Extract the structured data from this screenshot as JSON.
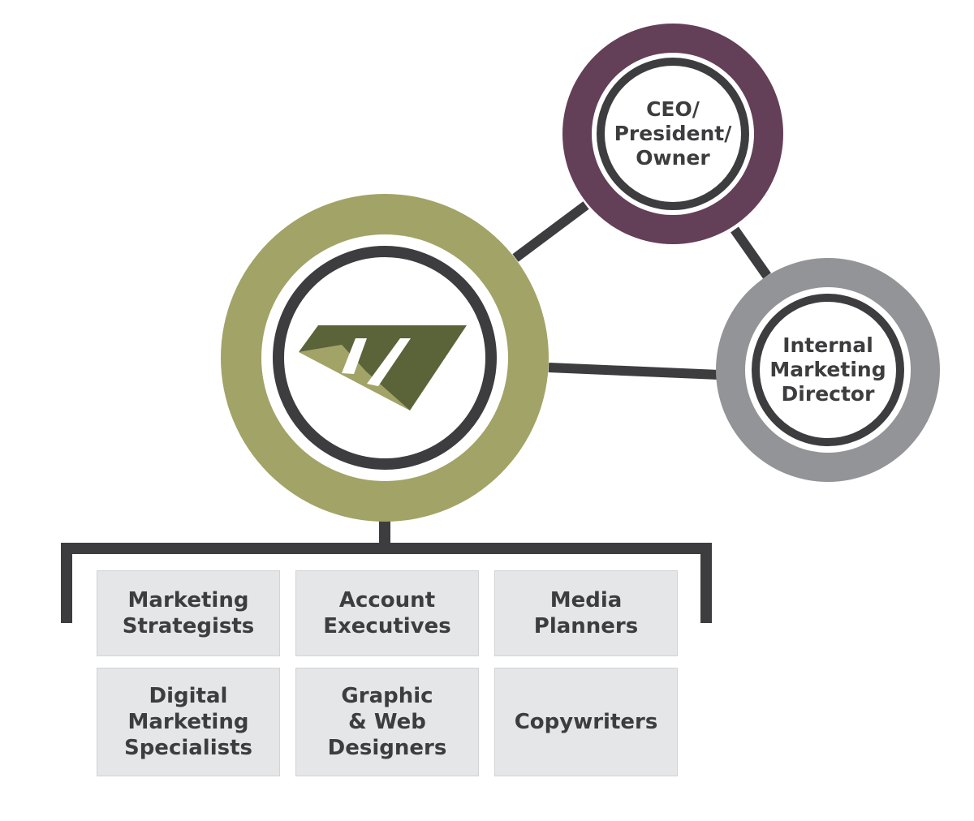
{
  "colors": {
    "line": "#3d3d3f",
    "agency_ring": "#a2a366",
    "agency_logo_dark": "#5b6339",
    "agency_logo_light": "#a2a366",
    "ceo_ring": "#643f58",
    "director_ring": "#939498",
    "role_box_fill": "#e5e6e8",
    "text": "#3d3d3f"
  },
  "agency": {
    "logo_icon": "agency-logo-icon"
  },
  "ceo": {
    "label": "CEO/\nPresident/\nOwner"
  },
  "director": {
    "label": "Internal\nMarketing\nDirector"
  },
  "roles": [
    {
      "label": "Marketing\nStrategists"
    },
    {
      "label": "Account\nExecutives"
    },
    {
      "label": "Media\nPlanners"
    },
    {
      "label": "Digital\nMarketing\nSpecialists"
    },
    {
      "label": "Graphic\n& Web\nDesigners"
    },
    {
      "label": "Copywriters"
    }
  ]
}
